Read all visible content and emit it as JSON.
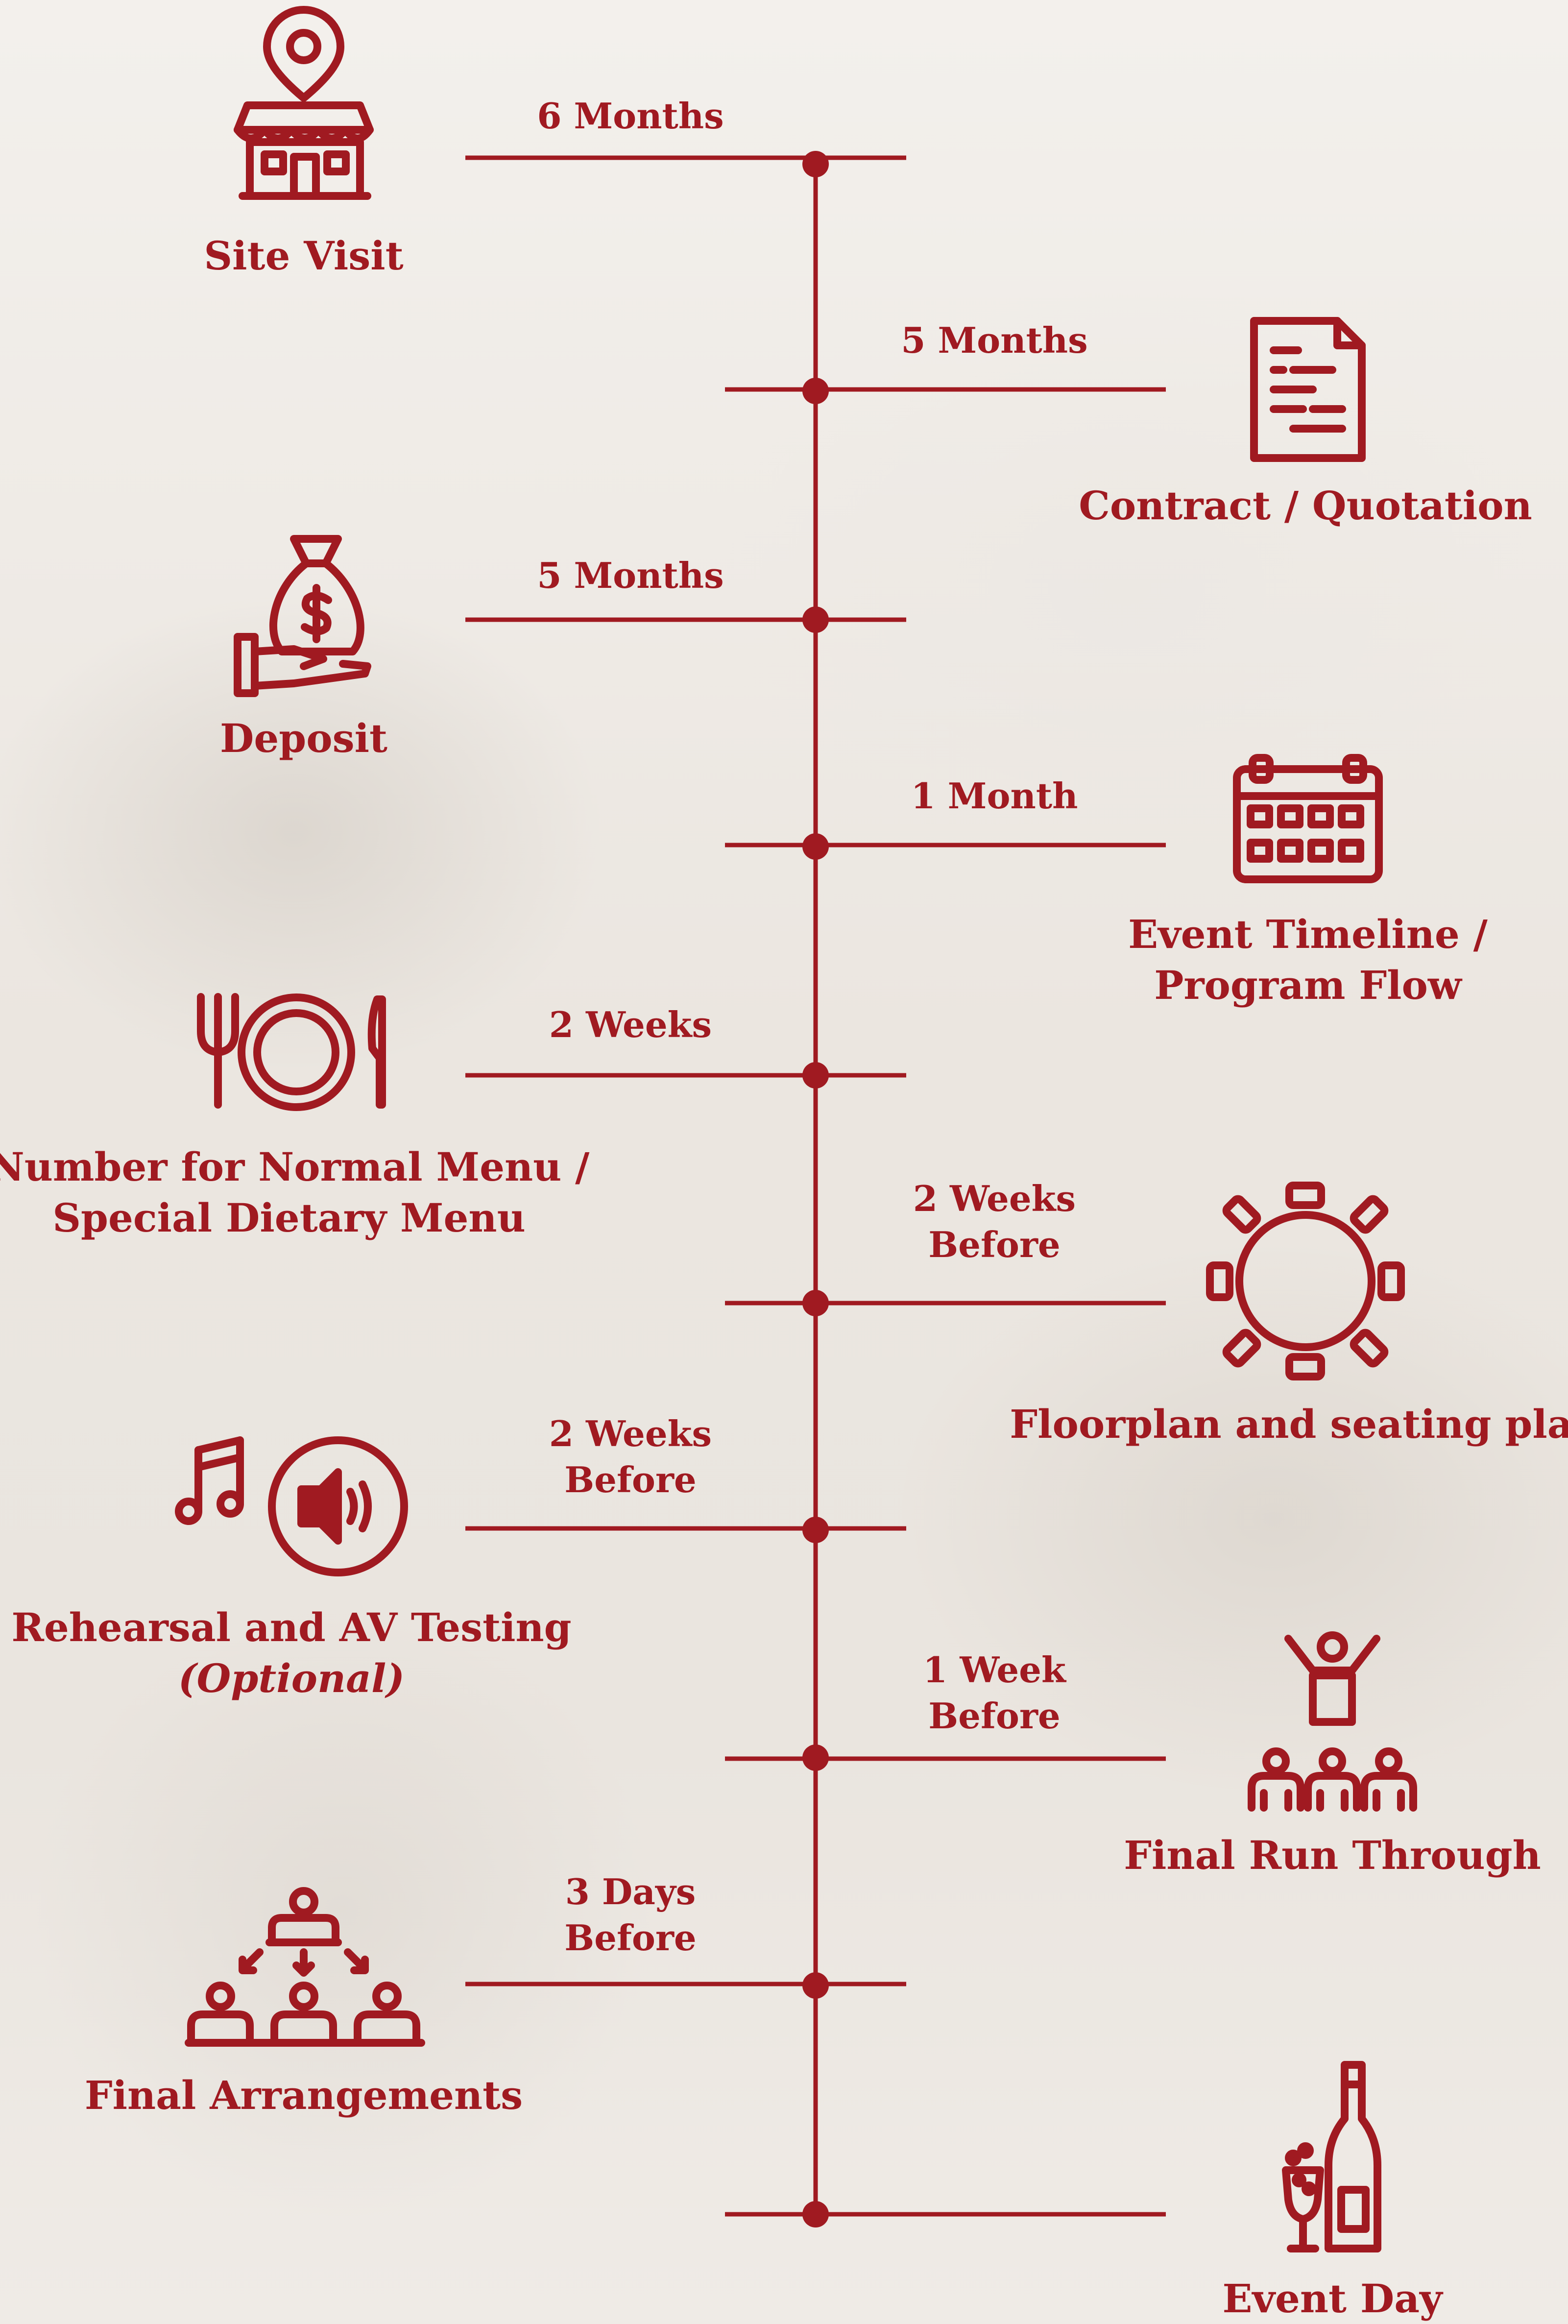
{
  "colors": {
    "accent": "#a01a21",
    "background": "#efebe6"
  },
  "steps": [
    {
      "icon": "shop-location-icon",
      "timing": [
        "6 Months"
      ],
      "label": [
        "Site Visit"
      ]
    },
    {
      "icon": "document-icon",
      "timing": [
        "5 Months"
      ],
      "label": [
        "Contract / Quotation"
      ]
    },
    {
      "icon": "money-bag-hand-icon",
      "timing": [
        "5 Months"
      ],
      "label": [
        "Deposit"
      ]
    },
    {
      "icon": "calendar-icon",
      "timing": [
        "1 Month"
      ],
      "label": [
        "Event Timeline /",
        "Program Flow"
      ]
    },
    {
      "icon": "plate-cutlery-icon",
      "timing": [
        "2 Weeks"
      ],
      "label": [
        "Number for Normal Menu /",
        "Special Dietary Menu"
      ]
    },
    {
      "icon": "round-table-icon",
      "timing": [
        "2 Weeks",
        "Before"
      ],
      "label": [
        "Floorplan and seating plan"
      ]
    },
    {
      "icon": "music-speaker-icon",
      "timing": [
        "2 Weeks",
        "Before"
      ],
      "label": [
        "Rehearsal and AV Testing"
      ],
      "note": "(Optional)"
    },
    {
      "icon": "presenter-audience-icon",
      "timing": [
        "1 Week",
        "Before"
      ],
      "label": [
        "Final Run Through"
      ]
    },
    {
      "icon": "hierarchy-people-icon",
      "timing": [
        "3 Days",
        "Before"
      ],
      "label": [
        "Final Arrangements"
      ]
    },
    {
      "icon": "champagne-icon",
      "timing": [],
      "label": [
        "Event Day"
      ]
    }
  ]
}
